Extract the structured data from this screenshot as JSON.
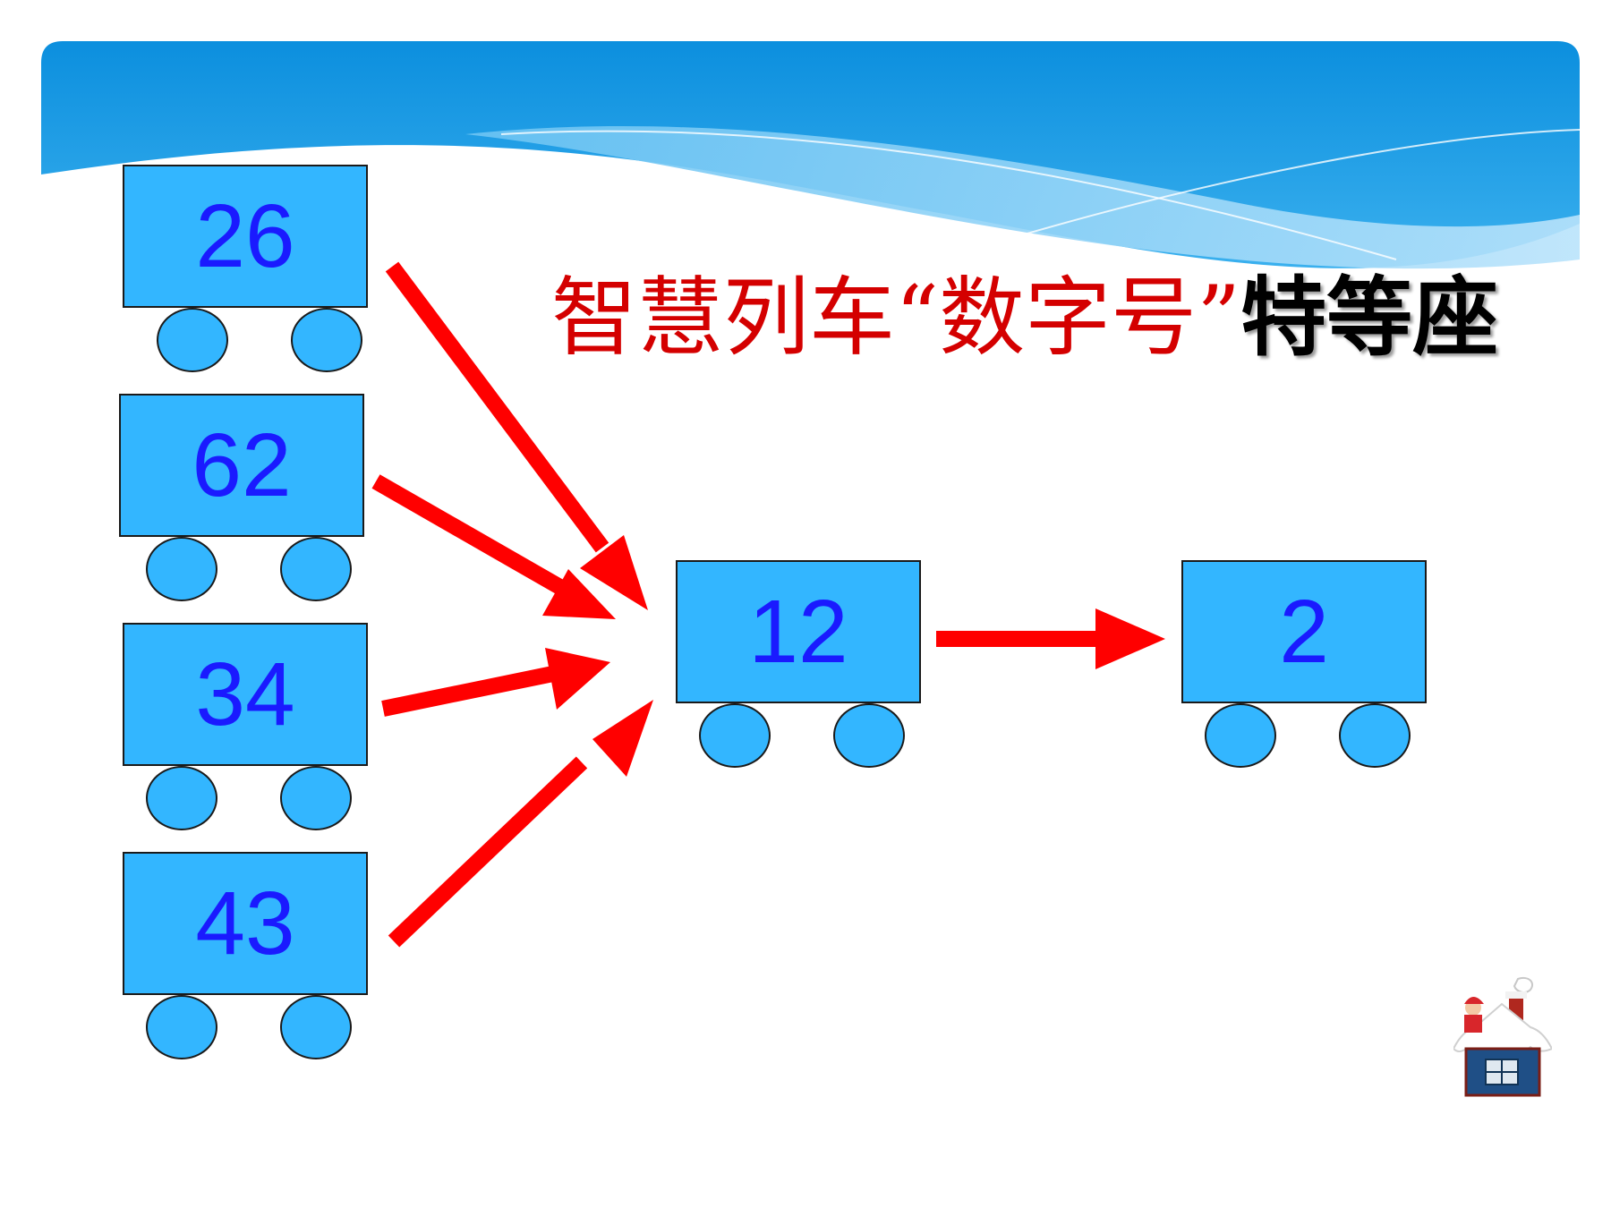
{
  "title": {
    "part_red": "智慧列车“数字号”",
    "part_bold": "特等座"
  },
  "cars": [
    {
      "id": "car-26",
      "label": "26"
    },
    {
      "id": "car-62",
      "label": "62"
    },
    {
      "id": "car-34",
      "label": "34"
    },
    {
      "id": "car-43",
      "label": "43"
    },
    {
      "id": "car-12",
      "label": "12"
    },
    {
      "id": "car-2",
      "label": "2"
    }
  ],
  "arrows": [
    {
      "from": "26",
      "to": "12"
    },
    {
      "from": "62",
      "to": "12"
    },
    {
      "from": "34",
      "to": "12"
    },
    {
      "from": "43",
      "to": "12"
    },
    {
      "from": "12",
      "to": "2"
    }
  ],
  "colors": {
    "car_fill": "#33b6ff",
    "number_text": "#1a1aff",
    "arrow": "#ff0000",
    "title_red": "#d40000",
    "banner_top": "#0c8fde",
    "banner_light": "#9fd6f7"
  },
  "icons": [
    "house-icon"
  ]
}
